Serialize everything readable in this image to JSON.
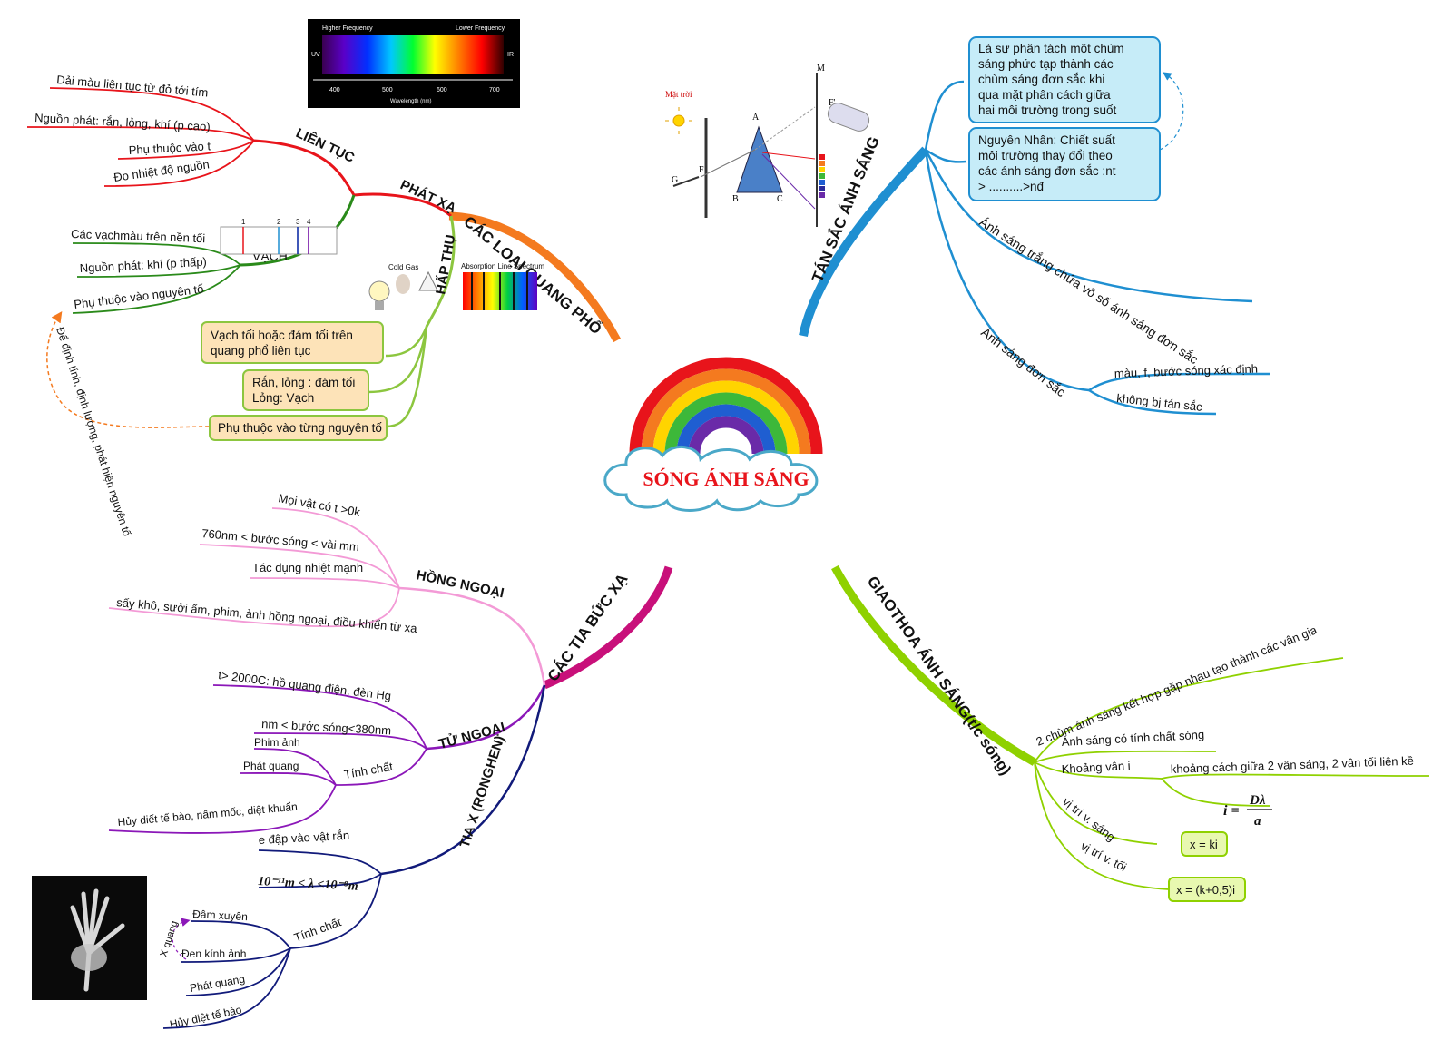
{
  "center": {
    "title": "SÓNG ÁNH SÁNG"
  },
  "colors": {
    "red": "#e8141b",
    "green": "#2a8a1a",
    "lime": "#8cc63f",
    "orange": "#f47a1f",
    "blue": "#1f8fd1",
    "yellowgreen": "#8fd100",
    "magenta": "#c8107a",
    "pink": "#f39ad6",
    "purple": "#8b17b8",
    "navy": "#111a7a"
  },
  "branches": {
    "quang_pho": {
      "label": "CÁC LOẠI QUANG PHỔ",
      "phat_xa": {
        "label": "PHÁT XẠ",
        "lien_tuc": {
          "label": "LIÊN TỤC",
          "items": [
            "Dải màu liên tục từ đỏ tới tím",
            "Nguồn phát: rắn, lỏng, khí (p cao)",
            "Phụ thuộc vào t",
            "Đo nhiệt độ nguồn"
          ]
        },
        "vach": {
          "label": "VẠCH",
          "items": [
            "Các vạchmàu trên nền tối",
            "Nguồn phát: khí (p thấp)",
            "Phụ thuộc vào nguyên tố"
          ]
        }
      },
      "hap_thu": {
        "label": "HẤP THỤ",
        "boxes": [
          "Vạch tối hoặc đám tối trên",
          "quang phổ liên tục",
          "Rắn, lỏng : đám tối",
          "Lỏng: Vạch",
          "Phụ thuộc vào từng nguyên tố"
        ]
      },
      "dashed_label": "Để định tính, định lượng, phát hiện nguyên tố"
    },
    "tan_sac": {
      "label": "TÁN SẮC ÁNH SÁNG",
      "box1": [
        "Là sự phân tách một chùm",
        "sáng phức tạp thành các",
        "chùm sáng đơn sắc khi",
        "qua mặt phân cách giữa",
        "hai môi trường trong suốt"
      ],
      "box2": [
        "Nguyên Nhân: Chiết suất",
        "môi trường thay đổi theo",
        "các ánh sáng đơn sắc :nt",
        "> ..........>nđ"
      ],
      "white": "Ánh sáng trắng chứa vô số ánh sáng đơn sắc",
      "mono": {
        "label": "Ánh sáng đơn sắc",
        "items": [
          "màu, f, bước sóng xác định",
          "không bị tán sắc"
        ]
      }
    },
    "tia": {
      "label": "CÁC TIA BỨC XẠ",
      "hong_ngoai": {
        "label": "HỒNG NGOẠI",
        "items": [
          "Mọi vật có t >0k",
          "760nm < bước sóng < vài mm",
          "Tác dụng nhiệt mạnh",
          "sấy khô, sưởi ấm, phim, ảnh hồng ngoại, điều khiển từ xa"
        ]
      },
      "tu_ngoai": {
        "label": "TỬ NGOẠI",
        "items": [
          "t> 2000C: hồ quang điện, đèn Hg",
          "nm < bước sóng<380nm"
        ],
        "tinh_chat": {
          "label": "Tính chất",
          "items": [
            "Phim ảnh",
            "Phát quang",
            "Hủy diết tế bào, nấm mốc, diệt khuẩn"
          ]
        }
      },
      "tia_x": {
        "label": "TIA X (RONGHEN)",
        "items": [
          "e đập vào vật rắn"
        ],
        "formula": "10⁻¹¹m < λ <10⁻⁸m",
        "tinh_chat": {
          "label": "Tính chất",
          "items": [
            "Đâm xuyên",
            "Đen kính ảnh",
            "Phát quang",
            "Hủy diệt tế bào"
          ]
        },
        "x_quang": "X quang"
      }
    },
    "giao_thoa": {
      "label": "GIAOTHOA ÁNH SÁNG(t/c sóng)",
      "items": [
        "2 chùm ánh sáng kết hợp gặp nhau tạo thành các vân gia",
        "Ánh sáng có tính chất sóng"
      ],
      "khoang_van": {
        "label": "Khoảng vân i",
        "def": "khoảng cách giữa 2 vân sáng, 2 vân tối liên kề",
        "formula_lhs": "i =",
        "formula_num": "Dλ",
        "formula_den": "a"
      },
      "vi_tri_sang": {
        "label": "vị trí v. sáng",
        "box": "x = ki"
      },
      "vi_tri_toi": {
        "label": "vị trí v. tối",
        "box": "x = (k+0,5)i"
      }
    }
  },
  "images": {
    "spectrum": {
      "top_left": "Higher Frequency",
      "top_right": "Lower Frequency",
      "uv": "UV",
      "ir": "IR",
      "ticks": [
        "400",
        "500",
        "600",
        "700"
      ],
      "axis": "Wavelength (nm)"
    },
    "prism": {
      "sun": "Mặt trời",
      "labels": [
        "M",
        "A",
        "B",
        "C",
        "F",
        "G",
        "F'"
      ]
    },
    "absorption": {
      "gas": "Cold Gas",
      "title": "Absorption Line Spectrum"
    },
    "emission_lines": [
      "1",
      "2",
      "3",
      "4"
    ]
  }
}
